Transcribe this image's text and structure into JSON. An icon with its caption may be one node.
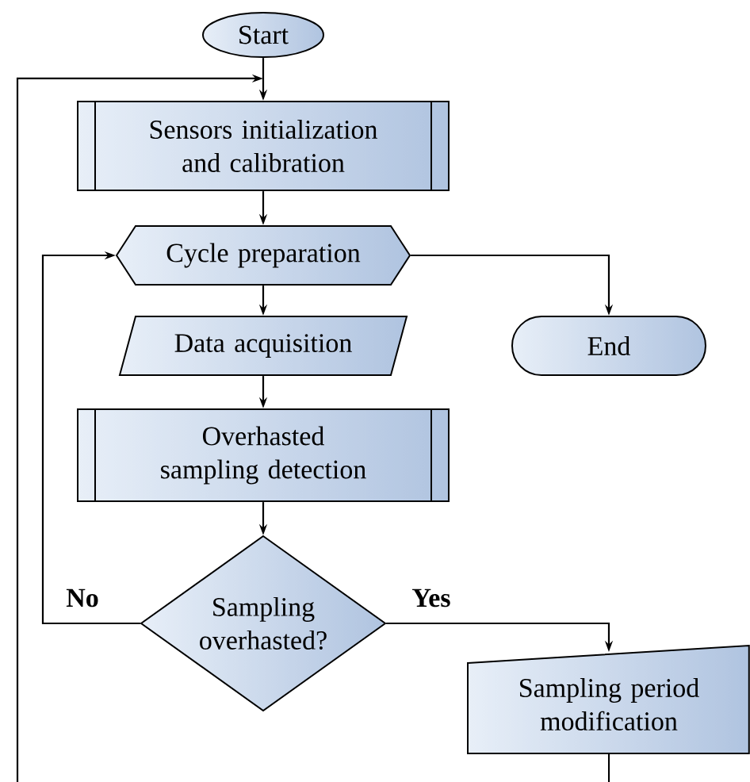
{
  "diagram": {
    "nodes": [
      {
        "text": [
          "Start"
        ]
      },
      {
        "text": [
          "Sensors initialization and calibration"
        ]
      },
      {
        "text": [
          "Cycle preparation"
        ]
      },
      {
        "text": [
          "Data acquisition"
        ]
      },
      {
        "text": [
          "End"
        ]
      },
      {
        "text": [
          "Overhasted sampling detection"
        ]
      },
      {
        "text": [
          "Sampling overhasted?"
        ]
      },
      {
        "text": [
          "Sampling period modification"
        ]
      }
    ],
    "edges": [
      {
        "from": 0,
        "to": 1,
        "arrow": "to"
      },
      {
        "from": 1,
        "to": 2,
        "arrow": "to"
      },
      {
        "from": 2,
        "to": 3,
        "arrow": "to"
      },
      {
        "from": 3,
        "to": 5,
        "arrow": "to"
      },
      {
        "from": 5,
        "to": 6,
        "arrow": "to"
      },
      {
        "from": 6,
        "to": 2,
        "arrow": "to",
        "label": "No"
      },
      {
        "from": 6,
        "to": 7,
        "arrow": "to",
        "label": "Yes"
      },
      {
        "from": 2,
        "to": 4,
        "arrow": "to"
      },
      {
        "from": null,
        "to": 1,
        "arrow": "to"
      },
      {
        "from": 7,
        "to": null,
        "arrow": "none"
      }
    ]
  }
}
